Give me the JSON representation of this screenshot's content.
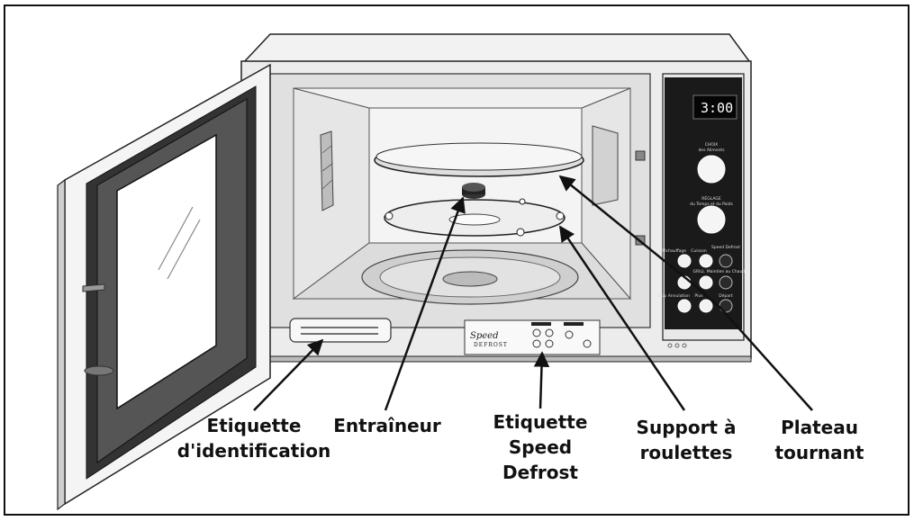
{
  "display": {
    "time": "3:00"
  },
  "panel": {
    "dial1_top": "CHOIX",
    "dial1_bottom": "des Aliments",
    "dial2_top": "RÉGLAGE",
    "dial2_bottom": "du Temps et du Poids",
    "btn_rechauffage": "Réchauffage",
    "btn_cuisson": "Cuisson",
    "btn_speed_defrost": "Speed Defrost",
    "btn_grill": "GRILL",
    "btn_maintien": "Maintien au Chaud",
    "btn_stop": "Stop Annulation",
    "btn_plus": "Plus",
    "btn_depart": "Départ"
  },
  "label_brand": {
    "script": "Speed",
    "caps": "DEFROST"
  },
  "callouts": [
    {
      "key": "id-label",
      "lines": [
        "Etiquette",
        "d'identification"
      ]
    },
    {
      "key": "drive",
      "lines": [
        "Entraîneur"
      ]
    },
    {
      "key": "speed-defrost-label",
      "lines": [
        "Etiquette",
        "Speed",
        "Defrost"
      ]
    },
    {
      "key": "roller-support",
      "lines": [
        "Support à",
        "roulettes"
      ]
    },
    {
      "key": "turntable",
      "lines": [
        "Plateau",
        "tournant"
      ]
    }
  ]
}
